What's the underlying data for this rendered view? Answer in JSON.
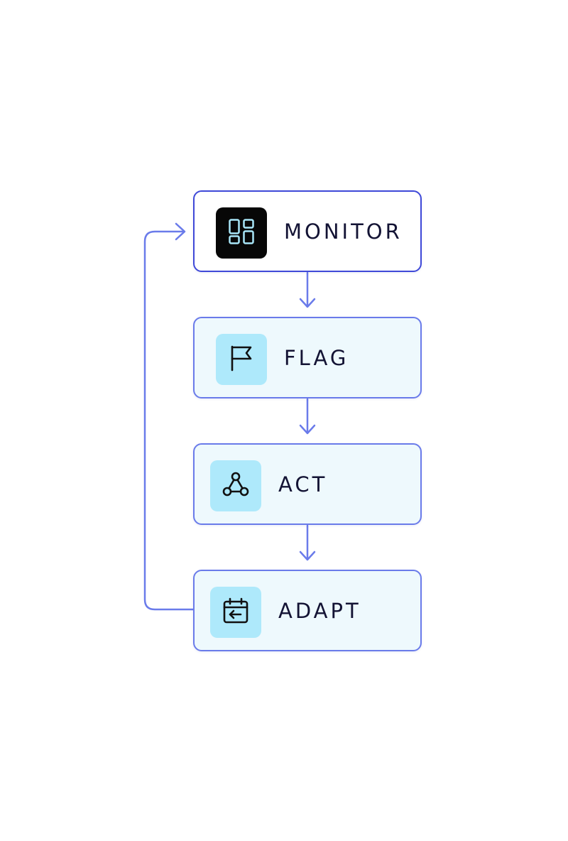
{
  "steps": [
    {
      "id": "monitor",
      "label": "MONITOR",
      "icon": "dashboard-grid-icon",
      "active": true
    },
    {
      "id": "flag",
      "label": "FLAG",
      "icon": "flag-icon",
      "active": false
    },
    {
      "id": "act",
      "label": "ACT",
      "icon": "webhook-icon",
      "active": false
    },
    {
      "id": "adapt",
      "label": "ADAPT",
      "icon": "calendar-arrow-left-icon",
      "active": false
    }
  ],
  "colors": {
    "connector": "#6a7bea",
    "active_border": "#3f49d8",
    "tile_bg": "#aee9fb",
    "active_tile_bg": "#070707",
    "card_bg": "#eef9fd",
    "label_text": "#131334"
  }
}
